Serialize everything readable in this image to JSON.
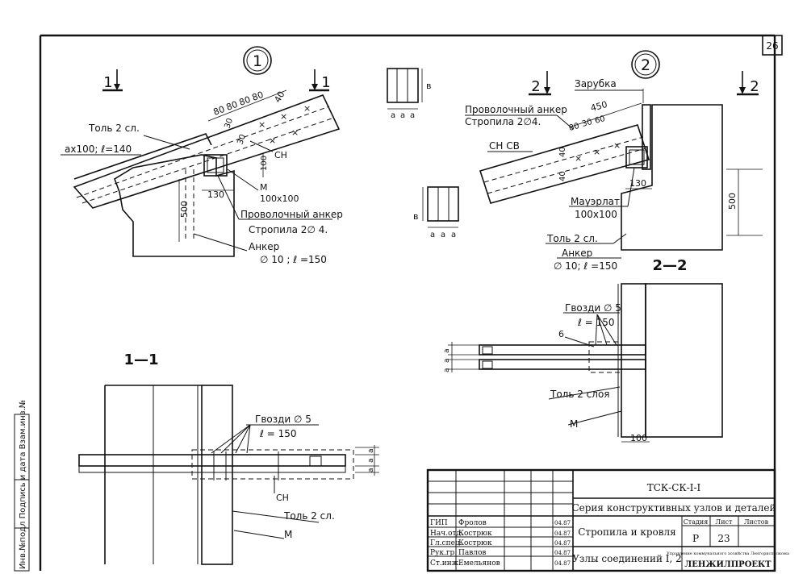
{
  "sheet": {
    "number": "26",
    "side_label": "Инв.№подл Подпись и дата Взам.инв.№"
  },
  "node1": {
    "marker": "1",
    "section_mark_left": "1",
    "section_mark_right": "1",
    "tol": "Толь 2 сл.",
    "board": "ax100; ℓ=140",
    "dims_top": [
      "80",
      "80",
      "80",
      "80"
    ],
    "dim_slope": "40",
    "dim_30_a": "30",
    "dim_30_b": "30",
    "dim_100": "100",
    "dim_130": "130",
    "dim_500": "500",
    "ch": "СН",
    "m": "М",
    "m_size": "100х100",
    "anchor_wire": "Проволочный анкер",
    "rafter": "Стропила 2∅ 4.",
    "anchor": "Анкер",
    "anchor_spec": "∅ 10 ; ℓ =150"
  },
  "node2": {
    "marker": "2",
    "section_mark_left": "2",
    "section_mark_right": "2",
    "notch": "Зарубка",
    "dim_450": "450",
    "anchor_wire": "Проволочный анкер",
    "rafter": "Стропила 2∅4.",
    "dim_80": "80",
    "dim_30_a": "30",
    "dim_60": "60",
    "ch_cb": "СН СВ",
    "dim_40_a": "40",
    "dim_40_b": "40",
    "dim_130": "130",
    "mauerlat": "Мауэрлат",
    "mauerlat_size": "100х100",
    "dim_500": "500",
    "tol": "Толь 2 сл.",
    "anchor": "Анкер",
    "anchor_spec": "∅ 10; ℓ =150"
  },
  "section11": {
    "title": "1—1",
    "nails": "Гвозди ∅ 5",
    "nails_len": "ℓ = 150",
    "ch": "СН",
    "tol": "Толь 2 сл.",
    "m": "М",
    "a_dims": [
      "а",
      "а",
      "а"
    ]
  },
  "section22": {
    "title": "2—2",
    "nails": "Гвозди ∅ 5",
    "nails_len": "ℓ = 150",
    "six": "6",
    "tol": "Толь 2 слоя",
    "m": "М",
    "dim_100": "100",
    "a_dims": [
      "а",
      "а",
      "а"
    ]
  },
  "detail_small": {
    "b_top": "в",
    "a_top": [
      "а",
      "а",
      "а"
    ],
    "b_bot": "в",
    "a_bot": [
      "а",
      "а",
      "а"
    ]
  },
  "title_block": {
    "code": "ТСК-СК-I-I",
    "series": "Серия конструктивных узлов и деталей",
    "rows": [
      {
        "role": "ГИП",
        "name": "Фролов",
        "date": "04.87"
      },
      {
        "role": "Нач.отд.",
        "name": "Кострюк",
        "date": "04.87"
      },
      {
        "role": "Гл.спец.",
        "name": "Кострюк",
        "date": "04.87"
      },
      {
        "role": "Рук.гр.",
        "name": "Павлов",
        "date": "04.87"
      },
      {
        "role": "Ст.инж.",
        "name": "Емельянов",
        "date": "04.87"
      }
    ],
    "drawing_name": "Стропила и кровля",
    "stage_h": "Стадия",
    "sheet_h": "Лист",
    "sheets_h": "Листов",
    "stage": "Р",
    "sheet": "23",
    "nodes_title": "Узлы соединений I, 2",
    "org": "Управление коммунального хозяйства Ленгорисполкома",
    "org2": "ЛЕНЖИЛПРОЕКТ"
  }
}
